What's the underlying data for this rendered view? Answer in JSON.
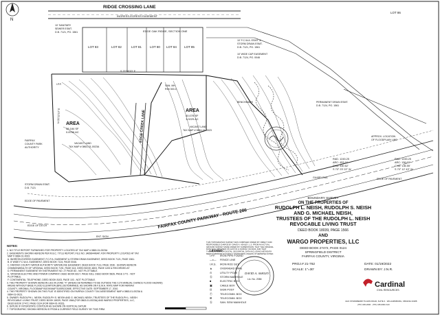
{
  "streets": {
    "ridge_crossing": "RIDGE CROSSING LANE",
    "ridge_crossing_sub": "INGRESS-EGRESS EASEMENT",
    "parkway": "FAIRFAX COUNTY PARKWAY - ROUTE 286",
    "edge_creek": "EDGE CREEK LANE"
  },
  "subdivision": {
    "name": "EDGE OAK RIDGE, SECTION ONE"
  },
  "lots": [
    "LOT 83",
    "LOT 82",
    "LOT 81",
    "LOT 80",
    "LOT 84",
    "LOT 85"
  ],
  "areas": [
    {
      "label": "AREA",
      "sf": "38,184 SF",
      "ac": "0.8766 AC",
      "note": "VACANT LAND",
      "tax": "TAX MAP # 0863-01-0023A"
    },
    {
      "label": "AREA",
      "sf": "40,078 SF",
      "ac": "1.0229 AC",
      "note": "VACANT LAND",
      "tax": "TAX MAP # 0864-01-0023"
    }
  ],
  "curves": [
    {
      "r": "RAD. 1245.25",
      "arc": "ARC: 453.11'",
      "chd": "CHD. 450.62'",
      "brg": "S 70° 23' 22\" W"
    },
    {
      "r": "RAD. 1245.25",
      "arc": "ARC: 136.62'",
      "chd": "CHD. 136.55'",
      "brg": "S 70° 12' 43\" W"
    }
  ],
  "title_block": {
    "heading": "BOUNDARY SURVEY",
    "lines": [
      "ON THE PROPERTIES OF",
      "RUDOLPH L. NEISH, RUDOLPH S. NEISH",
      "AND G. MICHAEL NEISH,",
      "TRUSTEES OF THE RUDOLPH L. NEISH",
      "REVOCABLE LIVING TRUST"
    ],
    "deed1": "DEED BOOK 18039, PAGE 1566",
    "and": "AND",
    "company": "WARGO PROPERTIES, LLC",
    "deed2": "DEED BOOK 27472, PAGE 0124",
    "district": "SPRINGFIELD DISTRICT",
    "county": "FAIRFAX COUNTY, VIRGINIA",
    "proj": "PROJ.# 21-762",
    "date": "DATE: 01/19/2022",
    "scale": "SCALE: 1\"=30'",
    "drawn": "DRAWN BY: J.N.R."
  },
  "surveyor_statement": "THIS TOPOGRAPHIC SURVEY WAS COMPILED UNDER MY DIRECT AND RESPONSIBLE CHARGE BY DAVID A. ASHLEY, L.S. FROM AN ACTUAL GROUND SURVEY MADE UNDER MY SUPERVISION; THAT THE ORIGINAL DATA WAS OBTAINED ON 12/27/21 & 01/06/22; 01/19/22; AND THAT THIS PLAT, MAP, OR DIGITAL GEOSPATIAL DATA INCLUDING METADATA MEETS MINIMUM ACCURACY STANDARDS UNLESS OTHERWISE NOTED.",
  "seal": {
    "text": "DAVID A. ASHLEY",
    "sub": "Lic. No. 2084"
  },
  "logo": {
    "name": "Cardinal",
    "sub": "CIVIL RESOURCES",
    "addr": "4121 STRAWBERRY PLAINS ROAD, SUITE 3 · WILLIAMSBURG, VIRGINIA 23188",
    "phone": "(757) 345-2000 · (757) 345-0001 FAX"
  },
  "legend": {
    "title": "LEGEND",
    "items": [
      {
        "sym": "I.P.F.",
        "desc": "IRON PIPE FOUND"
      },
      {
        "sym": "—x—",
        "desc": "FENCE LINE"
      },
      {
        "sym": "I.R.S.",
        "desc": "IRON ROD SET"
      },
      {
        "sym": "▲",
        "desc": "OVERHEAD WIRE"
      },
      {
        "sym": "⊙",
        "desc": "UTILITY POLE"
      },
      {
        "sym": "Ⓢ",
        "desc": "STORM MANHOLE"
      },
      {
        "sym": "■",
        "desc": "ELECTRIC BOX"
      },
      {
        "sym": "▣",
        "desc": "CABLE BOX"
      },
      {
        "sym": "⊡",
        "desc": "SIGN POST"
      },
      {
        "sym": "Ⓣ",
        "desc": "TELECOMM. BOX"
      },
      {
        "sym": "⊞",
        "desc": "TELECOMM. BOX"
      },
      {
        "sym": "Ⓢ",
        "desc": "SAN. SEW MANHOLE"
      }
    ]
  },
  "notes_heading": "NOTES:",
  "notes": [
    "1. NO TITLE REPORT FURNISHED FOR PROPERTY LOCATED AT TAX MAP # 0863-01-0023A",
    "2. EASEMENTS SHOWN HEREON PER R.B.C. TITLE REPORT, FILE NO. 3469844MAP, FOR PROPERTY LOCATED AT TAX",
    "   MAP # 0864-01-0023",
    "  A. INGRESS-EGRESS EASEMENT, F.C.P.A. EASEMENT & STORM DRAIN EASEMENT, DEED BOOK 7121, PAGE 1561.",
    "  B. 8' WIDE F.C.W.A. EASEMENT, DEED BOOK 7124, PAGE 0046.",
    "  C. FAIRFAX COUNTY WATER AUTHORITY WATERLINE EASEMENT, DEED BOOK 7113, PAGE 1536 - SHOWN HEREON",
    "     COMMONWEALTH OF VIRGINIA, DEED BOOK 7191, PAGE 613, DEED BOOK 4803, PAGE 1193 & RECORDED AT",
    "  D. PERMANENT EASEMENT BY INSTRUMENT NO. 27 PAGE 83 - NOT PLOTTABLE.",
    "  E. VIRGINIA ELECTRIC AND POWER COMPANY, DEED BOOK 8317, PAGE 0311, DEED BOOK 5826, PAGE 1771 - NOT",
    "     PLOTTABLE.",
    "  F. CONTINENTAL TELEPHONE, DEED BOOK 8103, PAGE 103 - NOT PLOTTABLE.",
    "3. THE PROPERTY SHOWN HEREON LIES IN ZONE \"X\" (AREAS DETERMINED TO BE OUTSIDE THE 0.2% ANNUAL CHANCE FLOOD HAZARD)",
    "   AREAS WITHOUT BASE FLOOD ELEVATION (BFE) DETERMINED, AS SHOWN ON F.E.M.A. RATE MAP FOR FAIRFAX",
    "   COUNTY, VIRGINIA, FLOODMAP BOOK/MAP 51059C0265E, EFFECTIVE DATE: SEPTEMBER 17, 2010.",
    "4. THE PROPERTY SHOWN ON THIS PLAT IS IDENTIFIED ON FAIRFAX COUNTY TAX ASSESSMENT MAP # 0863-01-0023A &",
    "   0864-01-0023.",
    "5. OWNER: RUDOLPH L. NEISH, RUDOLPH S. NEISH AND G. MICHAEL NEISH, TRUSTEES OF THE RUDOLPH L. NEISH",
    "   REVOCABLE LIVING TRUST, DEED BOOK 18039, PAGE 1566 (FOR 0863-01-0023A) AND WARGO PROPERTIES, LLC,",
    "   DEED BOOK 27472, PAGE 0124 (FOR 0864-01-0023).",
    "6. DATUM: IF INTERSTATE CONTOUR AS SHOWN ON VERTICAL DATUM",
    "7. TOPOGRAPHIC SHOWN HEREON IS FROM A CURRENT FIELD SURVEY BY THIS FIRM."
  ],
  "right_labels": [
    "LOT 86",
    "10' F.C.W.A. ESMT. &",
    "STORM DRAIN ESMT.",
    "D.B. 7121, PG. 1561",
    "10' WIDE C&P EASEMENT",
    "D.B. 7124, PG. 0046",
    "PERMANENT DRAIN ESMT.",
    "D.B. 7124, PG. 1561",
    "APPROX. LOCATION",
    "OF FLOODPLAIN LINE",
    "GUARD RAIL",
    "EDGE OF PAVEMENT"
  ],
  "left_labels": [
    "10' SANITARY",
    "SEWER ESMT.",
    "D.B. 7121, PG. 1561",
    "FAIRFAX",
    "COUNTY PARK",
    "AUTHORITY",
    "STORM DRAIN ESMT.",
    "D.B. 7121",
    "EDGE OF PAVEMENT",
    "EDGE OF DITCH",
    "ENT. SIGN"
  ],
  "misc_labels": [
    "SAN. MH",
    "RIM 300.4",
    "N 05°22'10\" E",
    "S 73°55'20\" E",
    "BENCHMARK",
    "I.P.F."
  ],
  "north_label": "N"
}
